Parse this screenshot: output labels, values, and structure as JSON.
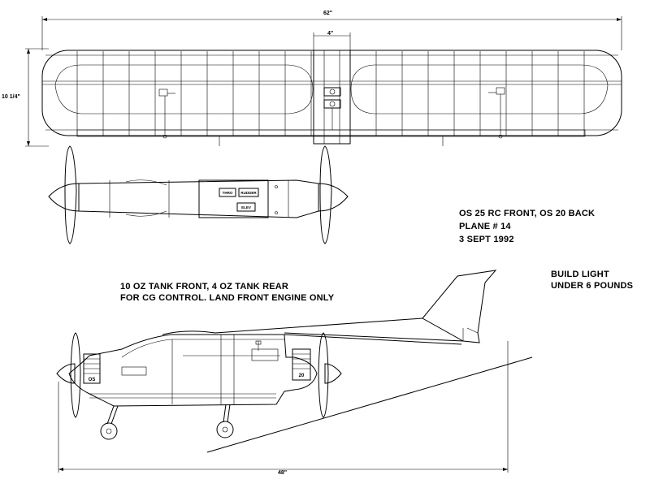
{
  "dimensions": {
    "wingspan": "62\"",
    "center_section": "4\"",
    "chord": "10 1/4\"",
    "length": "48\""
  },
  "panel_labels": {
    "throttle": "THRO",
    "rudder": "RUDDER",
    "elevator": "ELEV"
  },
  "engine_labels": {
    "front": "OS",
    "rear": "20"
  },
  "notes": {
    "engines": "OS 25 RC FRONT, OS 20 BACK",
    "plane_number": "PLANE # 14",
    "date": "3 SEPT 1992",
    "build_line1": "BUILD LIGHT",
    "build_line2": "UNDER 6 POUNDS",
    "tank_line1": "10 OZ TANK FRONT, 4 OZ TANK REAR",
    "tank_line2": "FOR CG CONTROL. LAND FRONT ENGINE ONLY"
  },
  "colors": {
    "ink": "#000000",
    "paper": "#ffffff"
  }
}
